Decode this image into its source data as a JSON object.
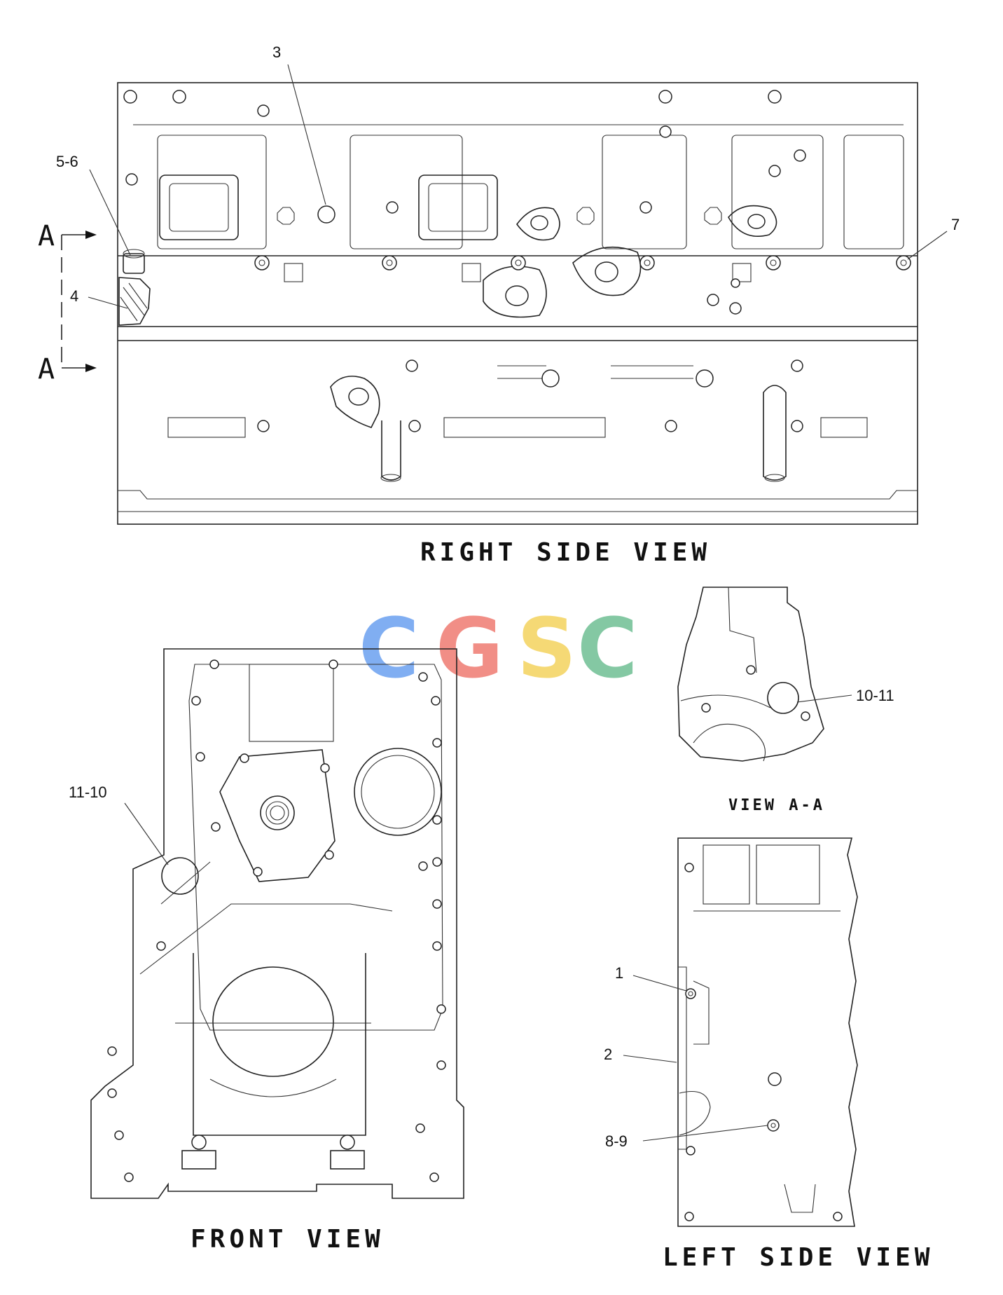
{
  "views": {
    "right_side": "RIGHT  SIDE  VIEW",
    "front": "FRONT  VIEW",
    "section": "VIEW  A-A",
    "left_side": "LEFT  SIDE  VIEW"
  },
  "section_markers": {
    "top": "A",
    "bottom": "A"
  },
  "callouts": {
    "c3": "3",
    "c56": "5-6",
    "c4": "4",
    "c7": "7",
    "c1011": "10-11",
    "c1110": "11-10",
    "c1": "1",
    "c2": "2",
    "c89": "8-9"
  },
  "watermark": {
    "letters": [
      "C",
      "G",
      "S",
      "C"
    ],
    "colors": [
      "#6aa0f0",
      "#ef7b72",
      "#f4d35e",
      "#6fbf94"
    ]
  }
}
